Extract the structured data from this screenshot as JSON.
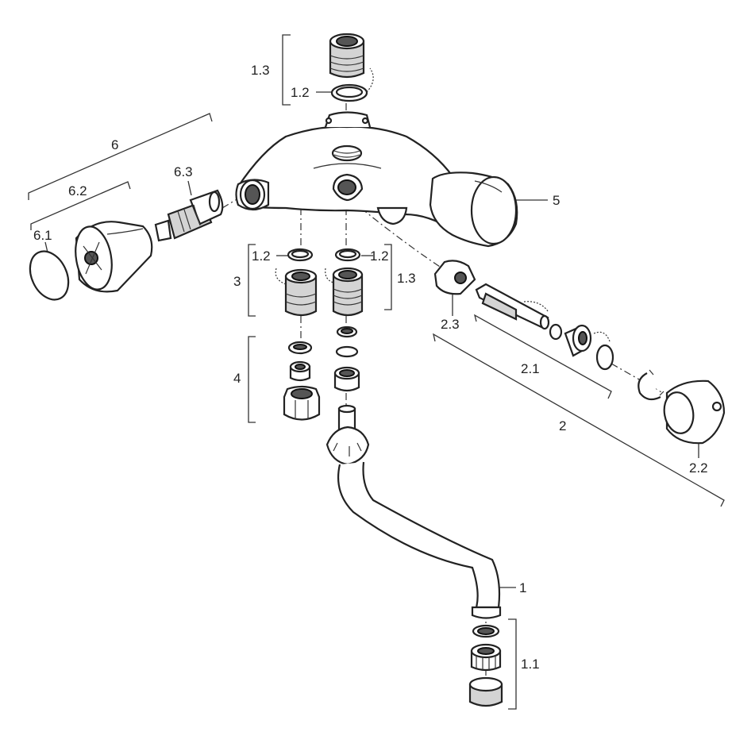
{
  "labels": {
    "l1": "1",
    "l1_1": "1.1",
    "l1_2_top": "1.2",
    "l1_3_top": "1.3",
    "l1_2_left": "1.2",
    "l1_2_right": "1.2",
    "l1_3_right": "1.3",
    "l2": "2",
    "l2_1": "2.1",
    "l2_2": "2.2",
    "l2_3": "2.3",
    "l3": "3",
    "l4": "4",
    "l5": "5",
    "l6": "6",
    "l6_1": "6.1",
    "l6_2": "6.2",
    "l6_3": "6.3"
  }
}
